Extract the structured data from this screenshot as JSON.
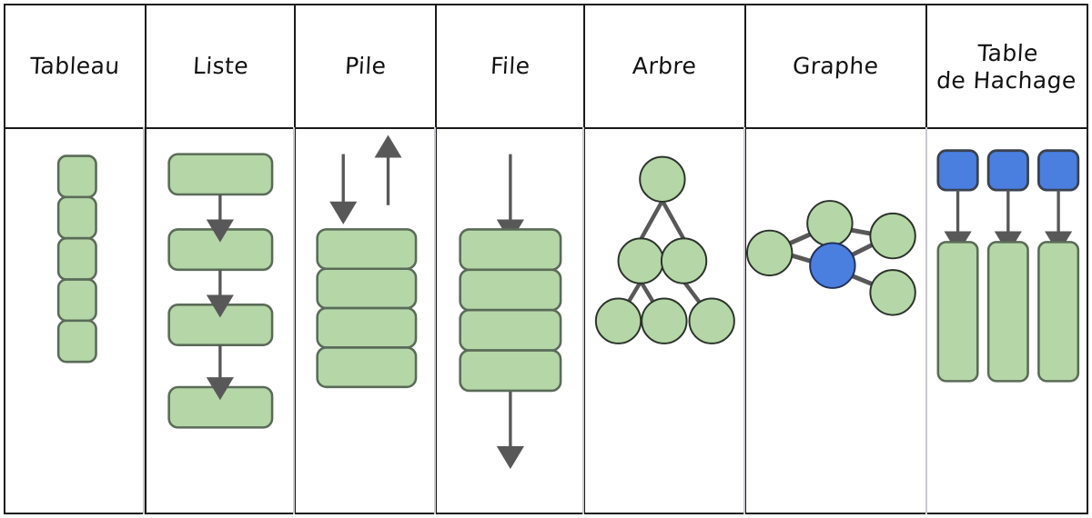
{
  "diagram": {
    "title_row": [
      {
        "id": "tableau",
        "label": "Tableau"
      },
      {
        "id": "liste",
        "label": "Liste"
      },
      {
        "id": "pile",
        "label": "Pile"
      },
      {
        "id": "file",
        "label": "File"
      },
      {
        "id": "arbre",
        "label": "Arbre"
      },
      {
        "id": "graphe",
        "label": "Graphe"
      },
      {
        "id": "table-de-hachage",
        "label": "Table\nde Hachage"
      }
    ],
    "colors": {
      "green_fill": "#b5d6a7",
      "green_stroke": "#5a6b58",
      "blue_fill": "#4a7fe0",
      "blue_stroke": "#3a4250",
      "arrow": "#585858",
      "node_stroke": "#2b332b",
      "grid_line": "#1a1a1a",
      "soft_line": "#c9c9cf",
      "background": "#ffffff"
    },
    "figures": {
      "tableau": {
        "kind": "array",
        "cell_count": 5,
        "orientation": "vertical",
        "description": "Five contiguous square cells stacked vertically"
      },
      "liste": {
        "kind": "linked-list",
        "node_count": 4,
        "link_count": 3,
        "orientation": "vertical",
        "description": "Four nodes connected top to bottom by downward arrows"
      },
      "pile": {
        "kind": "stack",
        "cell_count": 4,
        "arrows": [
          "down",
          "up"
        ],
        "description": "Push arrow down and pop arrow up above a stack of four cells (LIFO)"
      },
      "file": {
        "kind": "queue",
        "cell_count": 4,
        "arrows": [
          "in-top",
          "out-bottom"
        ],
        "description": "Enqueue arrow into the top and dequeue arrow out of the bottom (FIFO)"
      },
      "arbre": {
        "kind": "tree",
        "node_count": 6,
        "levels": [
          1,
          2,
          3
        ],
        "edges": [
          [
            "root",
            "left"
          ],
          [
            "root",
            "right"
          ],
          [
            "left",
            "leaf1"
          ],
          [
            "left",
            "leaf2"
          ],
          [
            "right",
            "leaf3"
          ]
        ],
        "description": "Root with two children; left child has two leaves, right child has one leaf"
      },
      "graphe": {
        "kind": "graph",
        "node_count": 5,
        "highlighted_node": "center",
        "highlighted_color": "#4a7fe0",
        "edges": [
          [
            "left",
            "top"
          ],
          [
            "left",
            "center"
          ],
          [
            "top",
            "right-upper"
          ],
          [
            "center",
            "right-upper"
          ],
          [
            "center",
            "right-lower"
          ]
        ],
        "description": "Five nodes with undirected edges; the central node is highlighted in blue"
      },
      "table_de_hachage": {
        "kind": "hash-table",
        "key_count": 3,
        "bucket_count": 3,
        "key_color": "#4a7fe0",
        "bucket_color": "#b5d6a7",
        "description": "Three blue keys each pointing by an arrow down into its green bucket"
      }
    }
  }
}
